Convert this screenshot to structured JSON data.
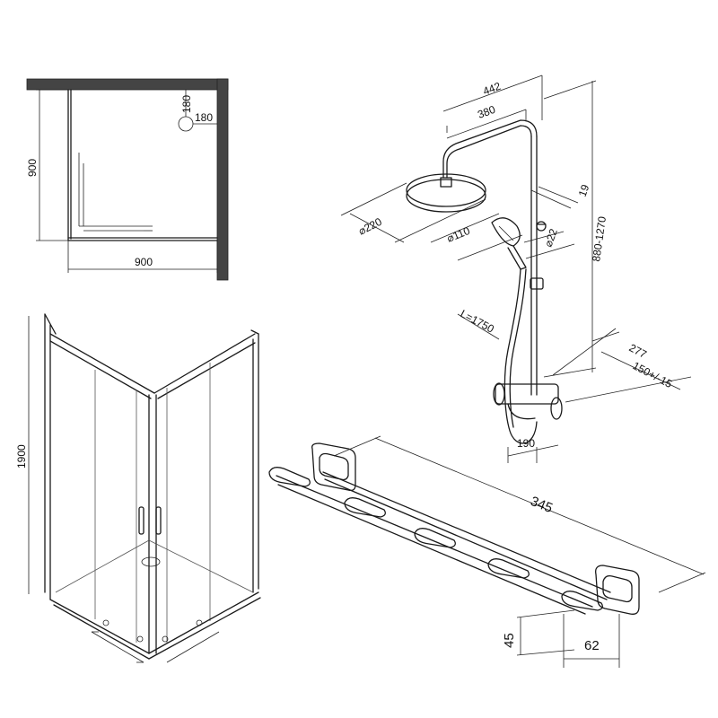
{
  "plan_view": {
    "dim_width": "900",
    "dim_depth": "900",
    "door_dim_v": "180",
    "door_dim_h": "180"
  },
  "cabin_view": {
    "dim_height": "1900"
  },
  "shower_system": {
    "dim_arm_total": "442",
    "dim_arm": "380",
    "dim_head_dia": "⌀220",
    "dim_hand_dia": "⌀110",
    "dim_bracket": "⌀22",
    "dim_rail_dia": "19",
    "dim_height_range": "880-1270",
    "dim_hose": "L=1750",
    "dim_depth": "277",
    "dim_centers": "150+/-15",
    "dim_spout": "190"
  },
  "towel_rail": {
    "dim_length": "345",
    "dim_height": "45",
    "dim_depth": "62"
  }
}
